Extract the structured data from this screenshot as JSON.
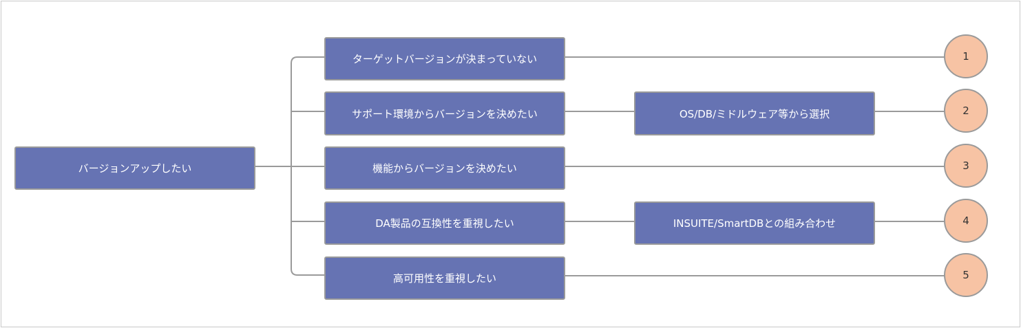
{
  "diagram": {
    "root": {
      "label": "バージョンアップしたい"
    },
    "branches": [
      {
        "label": "ターゲットバージョンが決まっていない",
        "detail": "",
        "number": "1"
      },
      {
        "label": "サポート環境からバージョンを決めたい",
        "detail": "OS/DB/ミドルウェア等から選択",
        "number": "2"
      },
      {
        "label": "機能からバージョンを決めたい",
        "detail": "",
        "number": "3"
      },
      {
        "label": "DA製品の互換性を重視したい",
        "detail": "INSUITE/SmartDBとの組み合わせ",
        "number": "4"
      },
      {
        "label": "高可用性を重視したい",
        "detail": "",
        "number": "5"
      }
    ]
  }
}
